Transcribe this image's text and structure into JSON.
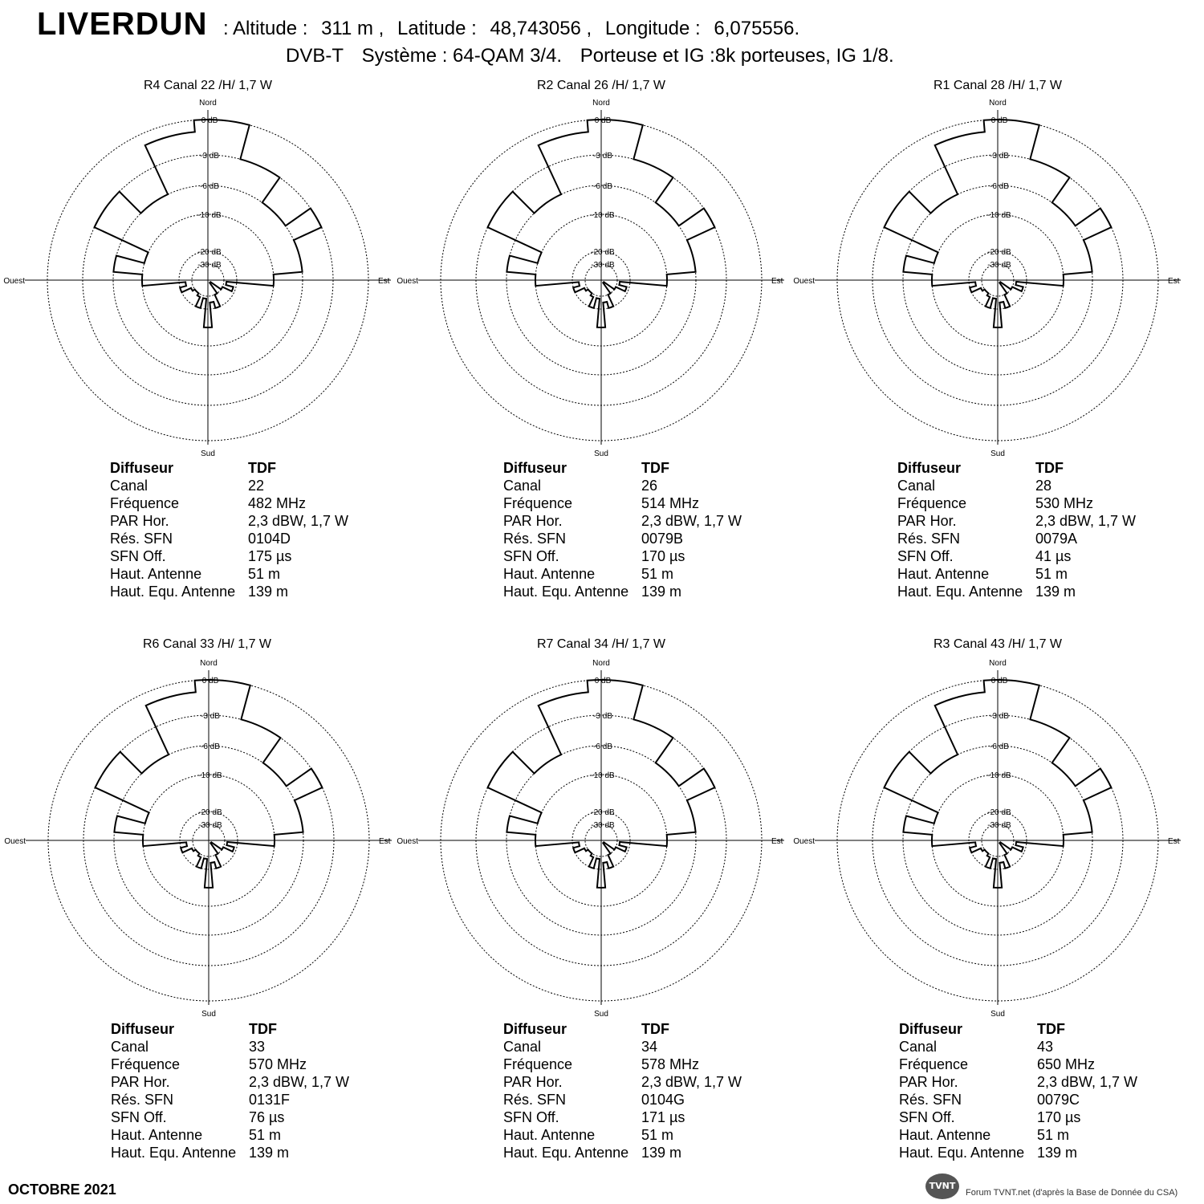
{
  "header": {
    "site": "LIVERDUN",
    "altitude_label": ": Altitude :",
    "altitude_value": "311 m ,",
    "latitude_label": "Latitude :",
    "latitude_value": "48,743056 ,",
    "longitude_label": "Longitude :",
    "longitude_value": "6,075556.",
    "dvbt": "DVB-T",
    "systeme": "Système : 64-QAM 3/4.",
    "porteuse": "Porteuse et IG :8k porteuses, IG 1/8."
  },
  "labels": {
    "diffuseur": "Diffuseur",
    "canal": "Canal",
    "frequence": "Fréquence",
    "par": "PAR Hor.",
    "sfn_res": "Rés. SFN",
    "sfn_off": "SFN Off.",
    "haut": "Haut. Antenne",
    "haut_equ": "Haut. Equ. Antenne"
  },
  "compass": {
    "north": "Nord",
    "east": "Est",
    "south": "Sud",
    "west": "Ouest"
  },
  "ring_labels": [
    "0 dB",
    "-3 dB",
    "-6 dB",
    "-10 dB",
    "-20 dB",
    "-30 dB"
  ],
  "chart_data": [
    {
      "type": "polar",
      "title": "R4  Canal  22 /H/ 1,7 W",
      "table": {
        "diffuseur": "TDF",
        "canal": "22",
        "frequence": "482 MHz",
        "par": "2,3 dBW, 1,7 W",
        "sfn_res": "0104D",
        "sfn_off": "175 µs",
        "haut": "51 m",
        "haut_equ": "139 m"
      },
      "azimuths": [
        0,
        10,
        20,
        30,
        40,
        50,
        60,
        70,
        80,
        90,
        100,
        110,
        120,
        130,
        140,
        150,
        160,
        170,
        180,
        190,
        200,
        210,
        220,
        230,
        240,
        250,
        260,
        270,
        280,
        290,
        300,
        310,
        320,
        330,
        340,
        350
      ],
      "attenuation_db": [
        0,
        0,
        -3,
        -3,
        -6,
        -6,
        -3,
        -6,
        -6,
        -10,
        -28,
        -22,
        -30,
        -40,
        -40,
        -30,
        -20,
        -25,
        -15,
        -28,
        -20,
        -28,
        -30,
        -30,
        -28,
        -20,
        -25,
        -10,
        -6,
        -10,
        -3,
        -3,
        -6,
        -6,
        -1,
        -1
      ]
    },
    {
      "type": "polar",
      "title": "R2  Canal 26 /H/ 1,7 W",
      "table": {
        "diffuseur": "TDF",
        "canal": "26",
        "frequence": "514 MHz",
        "par": "2,3 dBW, 1,7 W",
        "sfn_res": "0079B",
        "sfn_off": "170 µs",
        "haut": "51 m",
        "haut_equ": "139 m"
      },
      "azimuths": [
        0,
        10,
        20,
        30,
        40,
        50,
        60,
        70,
        80,
        90,
        100,
        110,
        120,
        130,
        140,
        150,
        160,
        170,
        180,
        190,
        200,
        210,
        220,
        230,
        240,
        250,
        260,
        270,
        280,
        290,
        300,
        310,
        320,
        330,
        340,
        350
      ],
      "attenuation_db": [
        0,
        0,
        -3,
        -3,
        -6,
        -6,
        -3,
        -6,
        -6,
        -10,
        -28,
        -22,
        -30,
        -40,
        -40,
        -30,
        -20,
        -25,
        -15,
        -28,
        -20,
        -28,
        -30,
        -30,
        -28,
        -20,
        -25,
        -10,
        -6,
        -10,
        -3,
        -3,
        -6,
        -6,
        -1,
        -1
      ]
    },
    {
      "type": "polar",
      "title": "R1  Canal 28 /H/ 1,7 W",
      "table": {
        "diffuseur": "TDF",
        "canal": "28",
        "frequence": "530 MHz",
        "par": "2,3 dBW, 1,7 W",
        "sfn_res": "0079A",
        "sfn_off": "41 µs",
        "haut": "51 m",
        "haut_equ": "139 m"
      },
      "azimuths": [
        0,
        10,
        20,
        30,
        40,
        50,
        60,
        70,
        80,
        90,
        100,
        110,
        120,
        130,
        140,
        150,
        160,
        170,
        180,
        190,
        200,
        210,
        220,
        230,
        240,
        250,
        260,
        270,
        280,
        290,
        300,
        310,
        320,
        330,
        340,
        350
      ],
      "attenuation_db": [
        0,
        0,
        -3,
        -3,
        -6,
        -6,
        -3,
        -6,
        -6,
        -10,
        -28,
        -22,
        -30,
        -40,
        -40,
        -30,
        -20,
        -25,
        -15,
        -28,
        -20,
        -28,
        -30,
        -30,
        -28,
        -20,
        -25,
        -10,
        -6,
        -10,
        -3,
        -3,
        -6,
        -6,
        -1,
        -1
      ]
    },
    {
      "type": "polar",
      "title": "R6  Canal  33 /H/ 1,7 W",
      "table": {
        "diffuseur": "TDF",
        "canal": "33",
        "frequence": "570 MHz",
        "par": "2,3 dBW, 1,7 W",
        "sfn_res": "0131F",
        "sfn_off": "76 µs",
        "haut": "51 m",
        "haut_equ": "139 m"
      },
      "azimuths": [
        0,
        10,
        20,
        30,
        40,
        50,
        60,
        70,
        80,
        90,
        100,
        110,
        120,
        130,
        140,
        150,
        160,
        170,
        180,
        190,
        200,
        210,
        220,
        230,
        240,
        250,
        260,
        270,
        280,
        290,
        300,
        310,
        320,
        330,
        340,
        350
      ],
      "attenuation_db": [
        0,
        0,
        -3,
        -3,
        -6,
        -6,
        -3,
        -6,
        -6,
        -10,
        -28,
        -22,
        -30,
        -40,
        -40,
        -30,
        -20,
        -25,
        -15,
        -28,
        -20,
        -28,
        -30,
        -30,
        -28,
        -20,
        -25,
        -10,
        -6,
        -10,
        -3,
        -3,
        -6,
        -6,
        -1,
        -1
      ]
    },
    {
      "type": "polar",
      "title": "R7  Canal 34 /H/ 1,7 W",
      "table": {
        "diffuseur": "TDF",
        "canal": "34",
        "frequence": "578 MHz",
        "par": "2,3 dBW, 1,7 W",
        "sfn_res": "0104G",
        "sfn_off": "171 µs",
        "haut": "51 m",
        "haut_equ": "139 m"
      },
      "azimuths": [
        0,
        10,
        20,
        30,
        40,
        50,
        60,
        70,
        80,
        90,
        100,
        110,
        120,
        130,
        140,
        150,
        160,
        170,
        180,
        190,
        200,
        210,
        220,
        230,
        240,
        250,
        260,
        270,
        280,
        290,
        300,
        310,
        320,
        330,
        340,
        350
      ],
      "attenuation_db": [
        0,
        0,
        -3,
        -3,
        -6,
        -6,
        -3,
        -6,
        -6,
        -10,
        -28,
        -22,
        -30,
        -40,
        -40,
        -30,
        -20,
        -25,
        -15,
        -28,
        -20,
        -28,
        -30,
        -30,
        -28,
        -20,
        -25,
        -10,
        -6,
        -10,
        -3,
        -3,
        -6,
        -6,
        -1,
        -1
      ]
    },
    {
      "type": "polar",
      "title": "R3  Canal 43 /H/ 1,7 W",
      "table": {
        "diffuseur": "TDF",
        "canal": "43",
        "frequence": "650 MHz",
        "par": "2,3 dBW, 1,7 W",
        "sfn_res": "0079C",
        "sfn_off": "170 µs",
        "haut": "51 m",
        "haut_equ": "139 m"
      },
      "azimuths": [
        0,
        10,
        20,
        30,
        40,
        50,
        60,
        70,
        80,
        90,
        100,
        110,
        120,
        130,
        140,
        150,
        160,
        170,
        180,
        190,
        200,
        210,
        220,
        230,
        240,
        250,
        260,
        270,
        280,
        290,
        300,
        310,
        320,
        330,
        340,
        350
      ],
      "attenuation_db": [
        0,
        0,
        -3,
        -3,
        -6,
        -6,
        -3,
        -6,
        -6,
        -10,
        -28,
        -22,
        -30,
        -40,
        -40,
        -30,
        -20,
        -25,
        -15,
        -28,
        -20,
        -28,
        -30,
        -30,
        -28,
        -20,
        -25,
        -10,
        -6,
        -10,
        -3,
        -3,
        -6,
        -6,
        -1,
        -1
      ]
    }
  ],
  "footer": {
    "date": "OCTOBRE 2021",
    "logo_text": "TVNT",
    "credit": "Forum TVNT.net (d'après la Base de Donnée du CSA)"
  }
}
